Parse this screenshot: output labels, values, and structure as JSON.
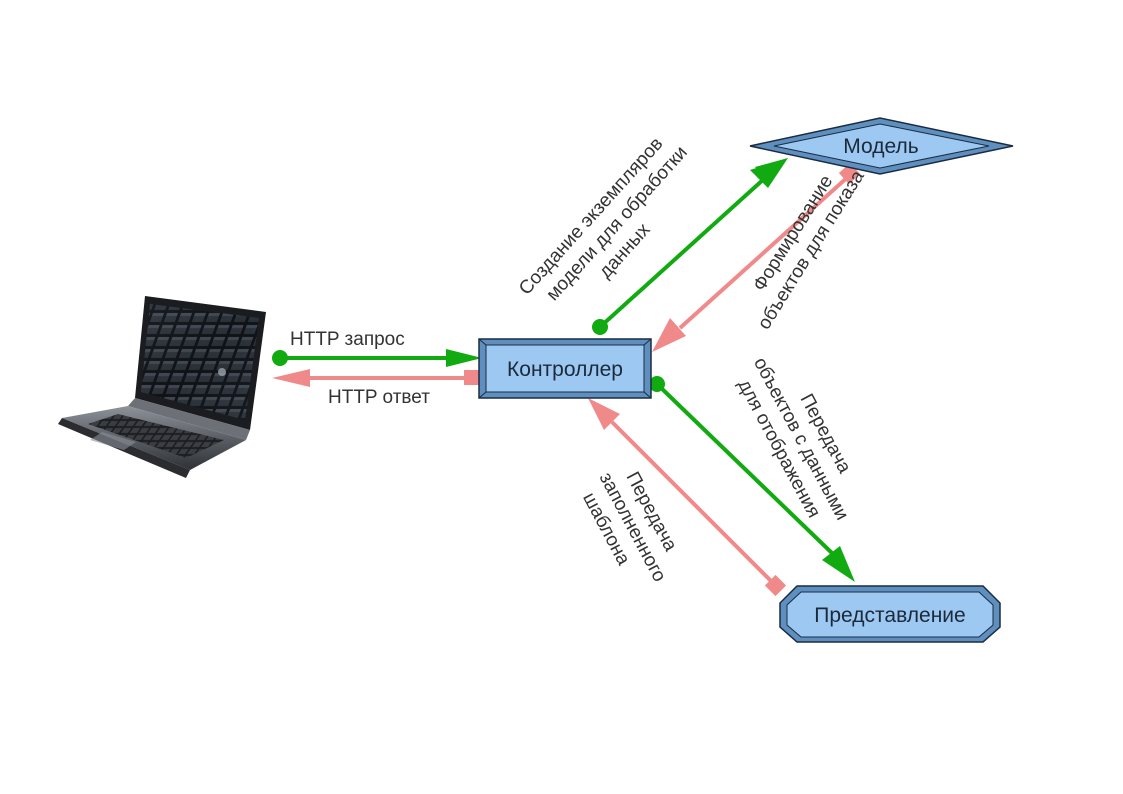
{
  "colors": {
    "request_arrow": "#11aa11",
    "response_arrow": "#f08a8a",
    "node_fill": "#9cc8f2",
    "node_stroke": "#1a2c40",
    "node_bevel": "#5f8fbf",
    "label": "#333333"
  },
  "nodes": {
    "client": {
      "icon": "laptop-icon"
    },
    "controller": {
      "label": "Контроллер"
    },
    "model": {
      "label": "Модель"
    },
    "view": {
      "label": "Представление"
    }
  },
  "edges": {
    "http_request": {
      "label": "HTTP запрос"
    },
    "http_response": {
      "label": "HTTP ответ"
    },
    "create_model": {
      "label_lines": [
        "Создание экземпляров",
        "модели для обработки",
        "данных"
      ]
    },
    "form_objects": {
      "label_lines": [
        "Формирование",
        "объектов для показа"
      ]
    },
    "pass_objects": {
      "label_lines": [
        "Передача",
        "объектов с данными",
        "для отображения"
      ]
    },
    "pass_template": {
      "label_lines": [
        "Передача",
        "заполненного",
        "шаблона"
      ]
    }
  }
}
